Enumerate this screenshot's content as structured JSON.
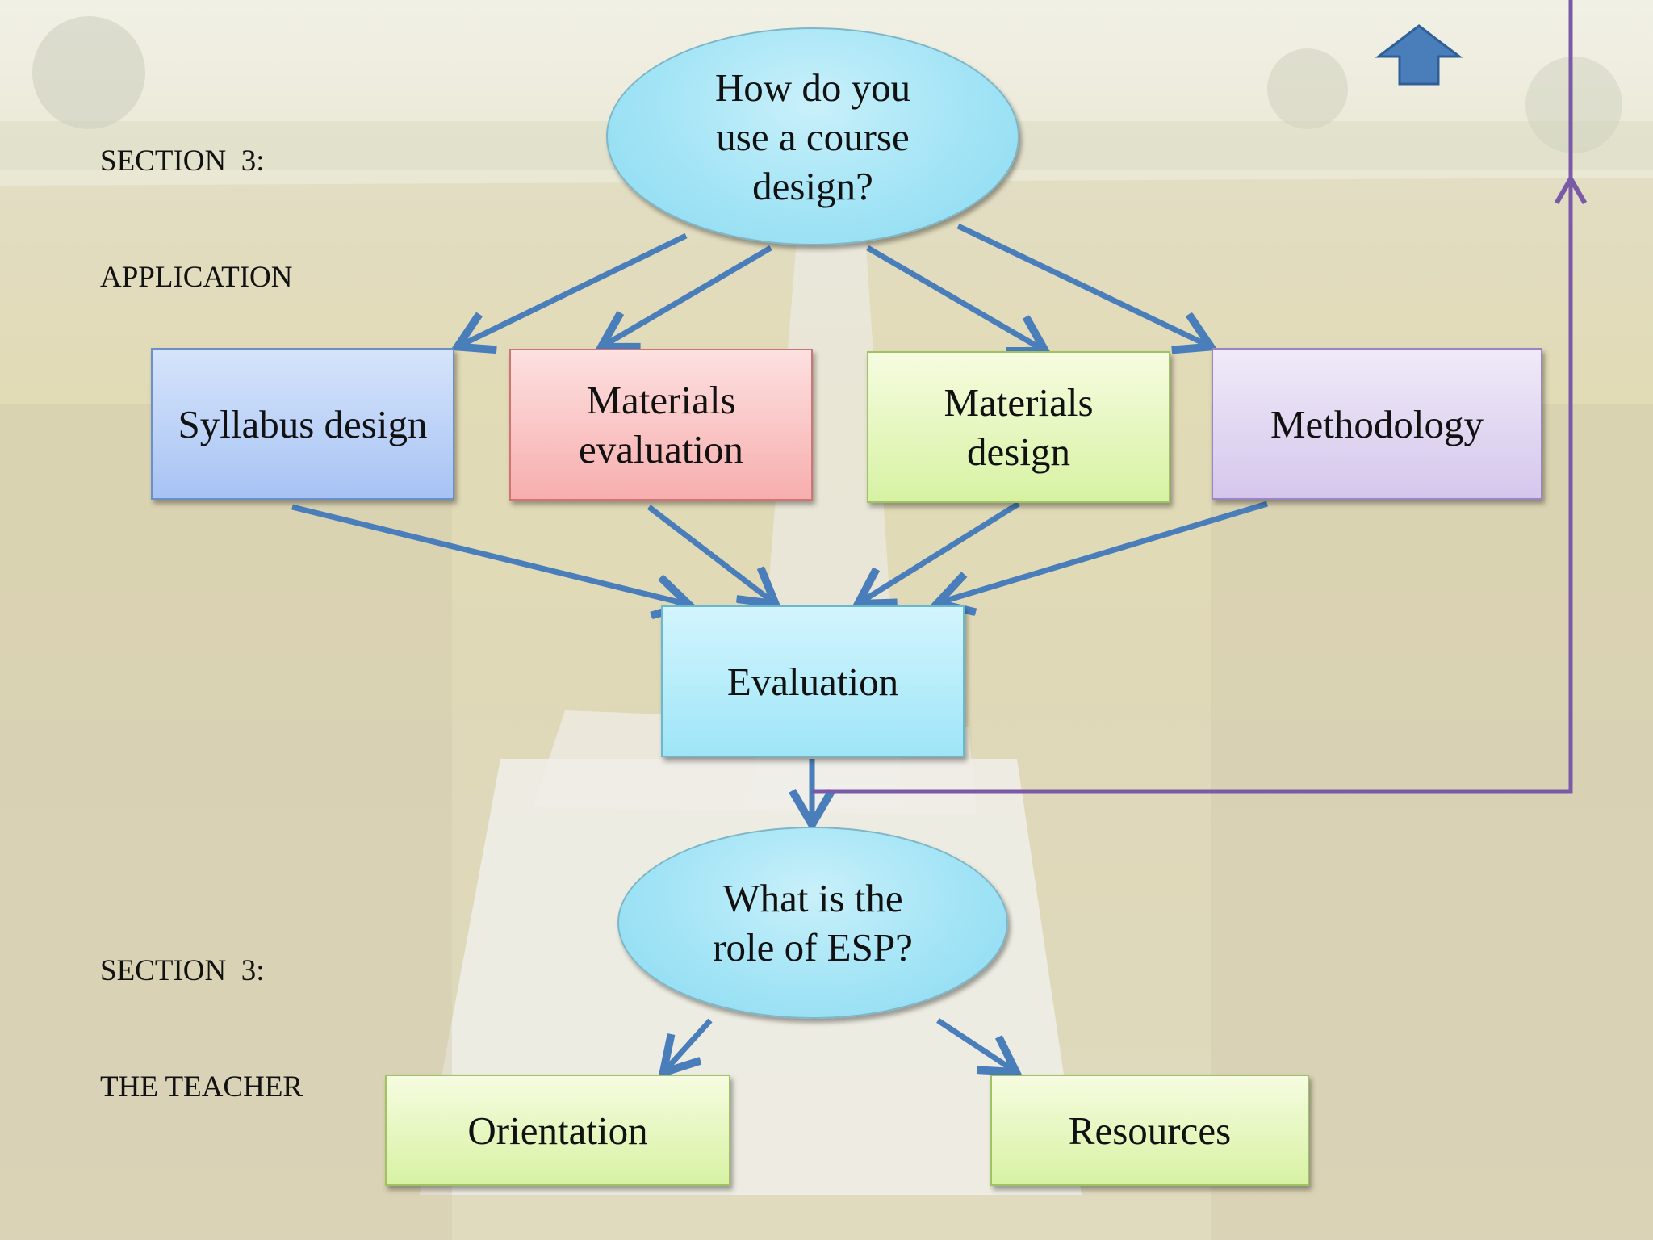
{
  "section_labels": {
    "application": [
      "SECTION  3:",
      "APPLICATION"
    ],
    "teacher": [
      "SECTION  3:",
      "THE TEACHER"
    ]
  },
  "nodes": {
    "question_course": [
      "How do you",
      "use a course",
      "design?"
    ],
    "syllabus": [
      "Syllabus design"
    ],
    "materials_evaluation": [
      "Materials",
      "evaluation"
    ],
    "materials_design": [
      "Materials",
      "design"
    ],
    "methodology": [
      "Methodology"
    ],
    "evaluation": [
      "Evaluation"
    ],
    "question_esp": [
      "What is the",
      "role of ESP?"
    ],
    "orientation": [
      "Orientation"
    ],
    "resources": [
      "Resources"
    ]
  },
  "icons": {
    "nav_up": "up-arrow-icon"
  },
  "colors": {
    "arrow": "#4a7ebb",
    "loop_line": "#7a5aa6",
    "ellipse_fill": "#a2e4f6",
    "syllabus_fill": "#a7c3f4",
    "materials_evaluation_fill": "#f7aeae",
    "materials_design_fill": "#d7f2a3",
    "methodology_fill": "#d5c7ec",
    "evaluation_fill": "#9ee5f8"
  }
}
